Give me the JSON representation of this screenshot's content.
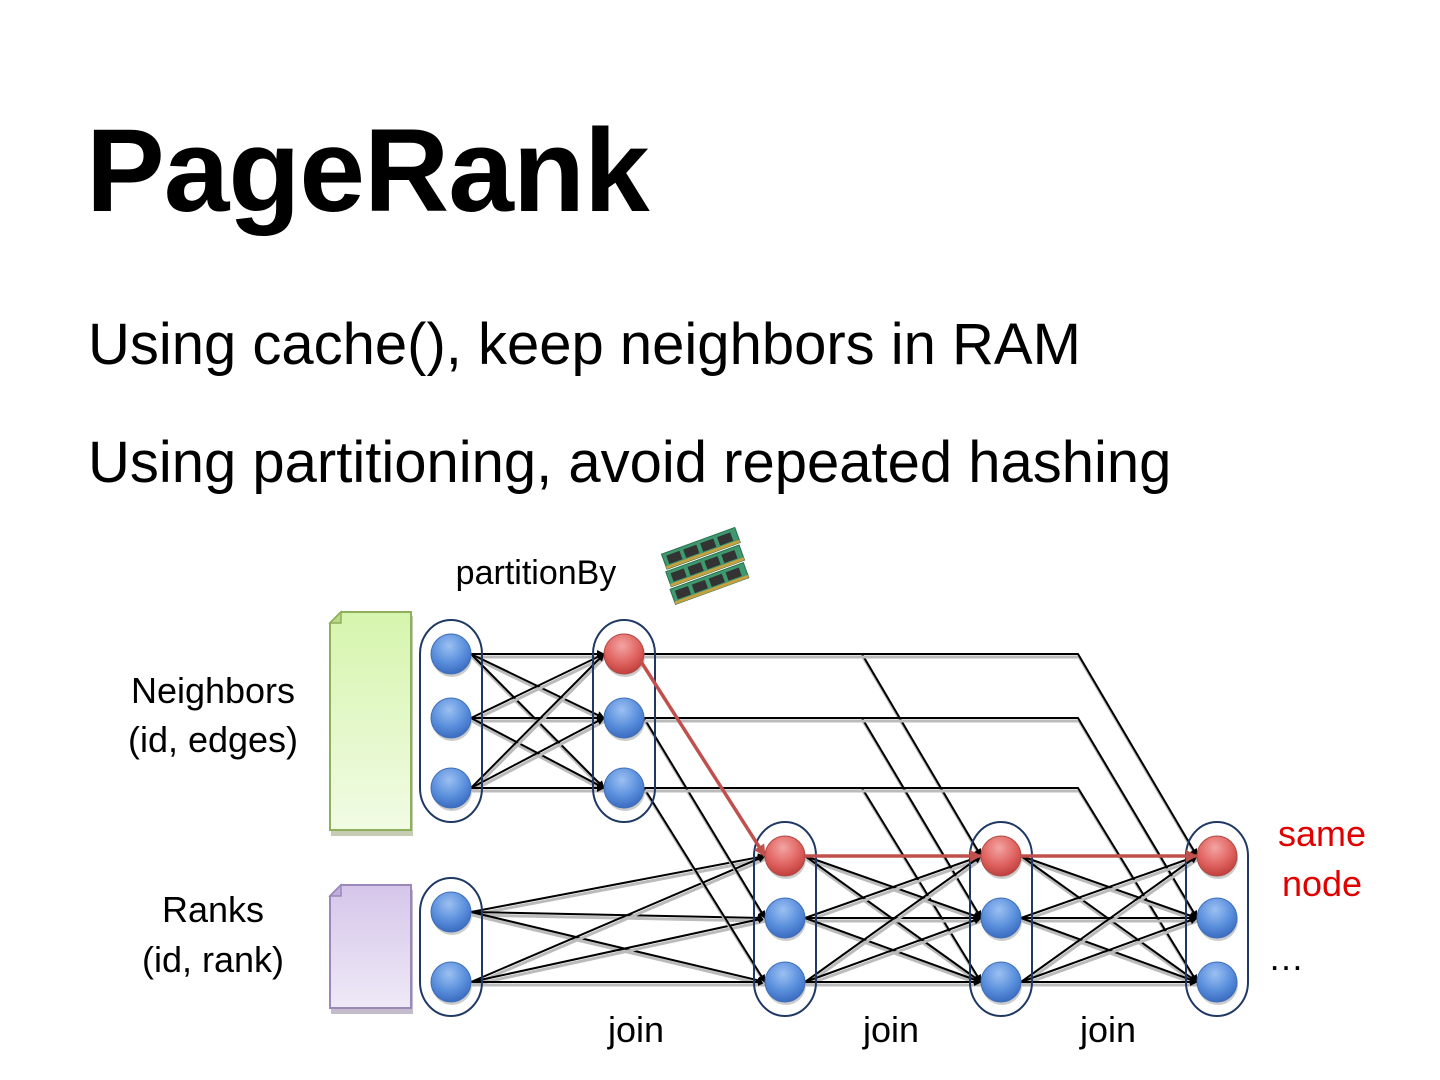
{
  "slide": {
    "title": "PageRank",
    "bullets": [
      "Using cache(), keep neighbors in RAM",
      "Using partitioning, avoid repeated hashing"
    ]
  },
  "diagram": {
    "labels": {
      "partition": "partitionBy",
      "neighbors_line1": "Neighbors",
      "neighbors_line2": "(id, edges)",
      "ranks_line1": "Ranks",
      "ranks_line2": "(id, rank)",
      "same_line1": "same",
      "same_line2": "node",
      "ellipsis": "…",
      "joins": [
        "join",
        "join",
        "join"
      ]
    },
    "icons": {
      "ram": "ram-memory-icon",
      "neighbors_doc": "document-icon",
      "ranks_doc": "document-icon"
    },
    "colors": {
      "node_blue": "#4f81d0",
      "node_red": "#d9534f",
      "highlight_path": "#c0504d",
      "same_node_text": "#e00000",
      "group_border": "#1f3864",
      "neighbors_doc": "#dff5c0",
      "ranks_doc": "#ddd0ec"
    },
    "structure": {
      "neighbors_partitions": 3,
      "ranks_partitions": 2,
      "join_stages": 3,
      "partitions_per_stage": 3,
      "highlighted_partition_index": 0
    }
  }
}
